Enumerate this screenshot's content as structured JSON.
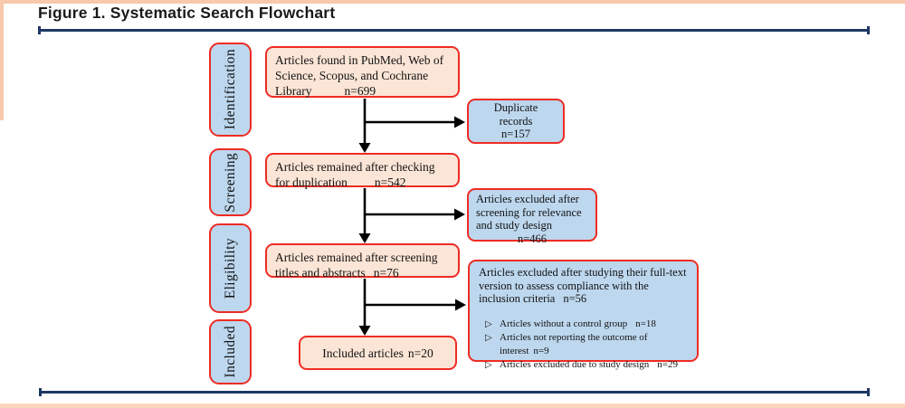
{
  "title": "Figure 1. Systematic Search Flowchart",
  "stages": [
    {
      "label": "Identification"
    },
    {
      "label": "Screening"
    },
    {
      "label": "Eligibility"
    },
    {
      "label": "Included"
    }
  ],
  "flow": {
    "found": {
      "text": "Articles found in PubMed, Web of Science, Scopus, and Cochrane Library",
      "count": "n=699"
    },
    "after_duplication": {
      "text": "Articles remained after checking for duplication",
      "count": "n=542"
    },
    "after_screening": {
      "text": "Articles remained after screening titles and abstracts",
      "count": "n=76"
    },
    "included": {
      "text": "Included articles",
      "count": "n=20"
    }
  },
  "exclusions": {
    "duplicates": {
      "text": "Duplicate records",
      "count": "n=157"
    },
    "relevance": {
      "text": "Articles excluded after screening for relevance and study design",
      "count": "n=466"
    },
    "fulltext": {
      "text": "Articles excluded after studying their full-text version to assess compliance with the inclusion criteria",
      "count": "n=56",
      "bullets": [
        {
          "text": "Articles without a control group",
          "count": "n=18"
        },
        {
          "text": "Articles not reporting the outcome of interest",
          "count": "n=9"
        },
        {
          "text": "Articles excluded due to study design",
          "count": "n=29"
        }
      ]
    }
  },
  "icons": {
    "bullet_arrow": "▷"
  },
  "colors": {
    "accent_strip": "#f8c9ab",
    "rule_navy": "#1f3864",
    "box_border_red": "#ee2c24",
    "peach_fill": "#fbe5d6",
    "blue_fill": "#bdd7ee",
    "arrow_black": "#000000"
  }
}
